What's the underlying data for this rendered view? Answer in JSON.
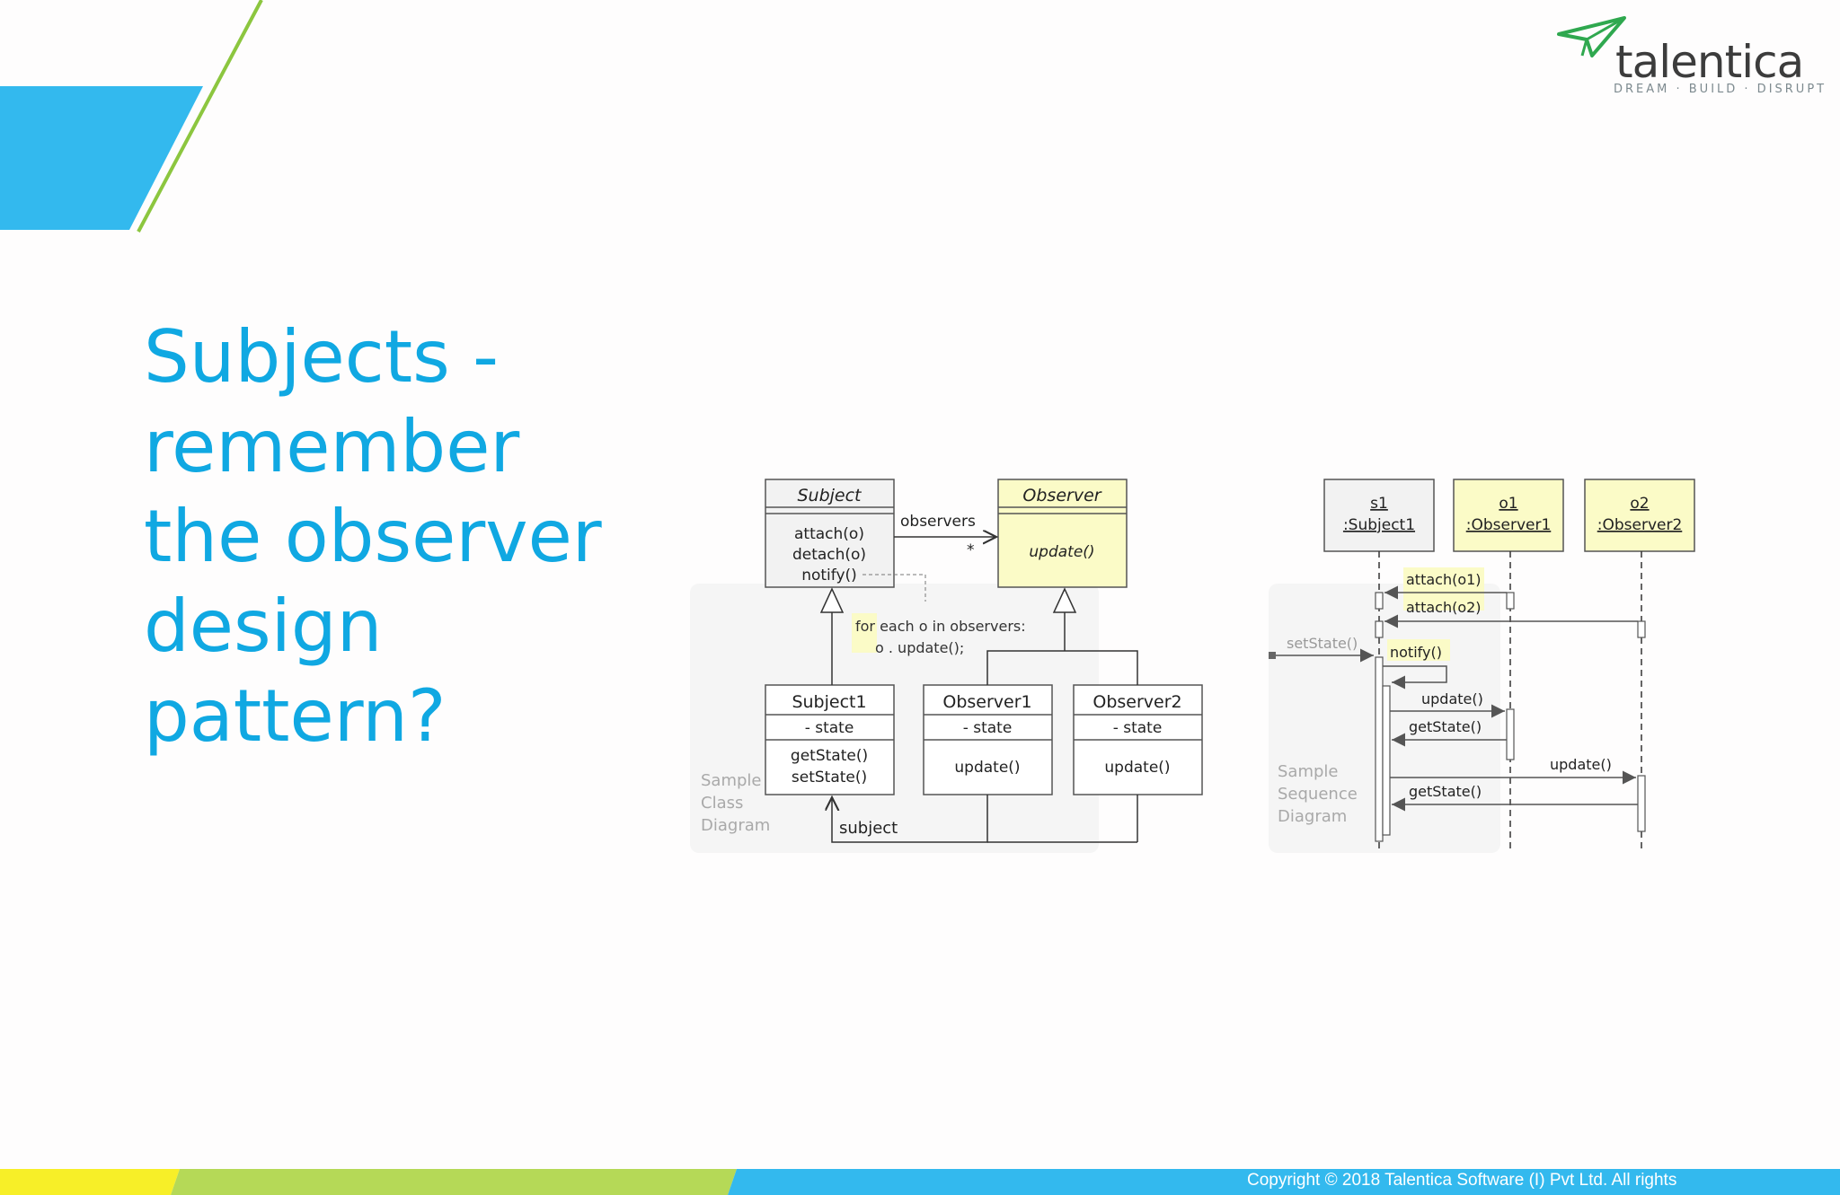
{
  "brand": {
    "name": "talentica",
    "tagline": "DREAM · BUILD · DISRUPT",
    "accent_blue": "#33b9ee",
    "accent_green": "#8cc63f",
    "title_color": "#10a8e2"
  },
  "slide": {
    "title": "Subjects -\nremember\nthe observer\ndesign\npattern?"
  },
  "class_diagram": {
    "subject": {
      "name": "Subject",
      "ops": [
        "attach(o)",
        "detach(o)",
        "notify()"
      ]
    },
    "observer": {
      "name": "Observer",
      "ops": [
        "update()"
      ]
    },
    "association": {
      "label": "observers",
      "multiplicity": "*"
    },
    "note": [
      "for each o in observers:",
      "o . update();"
    ],
    "subject1": {
      "name": "Subject1",
      "attr": "- state",
      "ops": [
        "getState()",
        "setState()"
      ]
    },
    "observer1": {
      "name": "Observer1",
      "attr": "- state",
      "op": "update()"
    },
    "observer2": {
      "name": "Observer2",
      "attr": "- state",
      "op": "update()"
    },
    "subject_link": "subject",
    "caption": [
      "Sample",
      "Class",
      "Diagram"
    ]
  },
  "sequence_diagram": {
    "lifelines": [
      {
        "id": "s1",
        "type": ":Subject1"
      },
      {
        "id": "o1",
        "type": ":Observer1"
      },
      {
        "id": "o2",
        "type": ":Observer2"
      }
    ],
    "messages": {
      "attach1": "attach(o1)",
      "attach2": "attach(o2)",
      "setstate": "setState()",
      "notify": "notify()",
      "update1": "update()",
      "getstate1": "getState()",
      "update2": "update()",
      "getstate2": "getState()"
    },
    "caption": [
      "Sample",
      "Sequence",
      "Diagram"
    ]
  },
  "footer": {
    "copyright": "Copyright © 2018 Talentica Software (I) Pvt Ltd. All rights"
  }
}
